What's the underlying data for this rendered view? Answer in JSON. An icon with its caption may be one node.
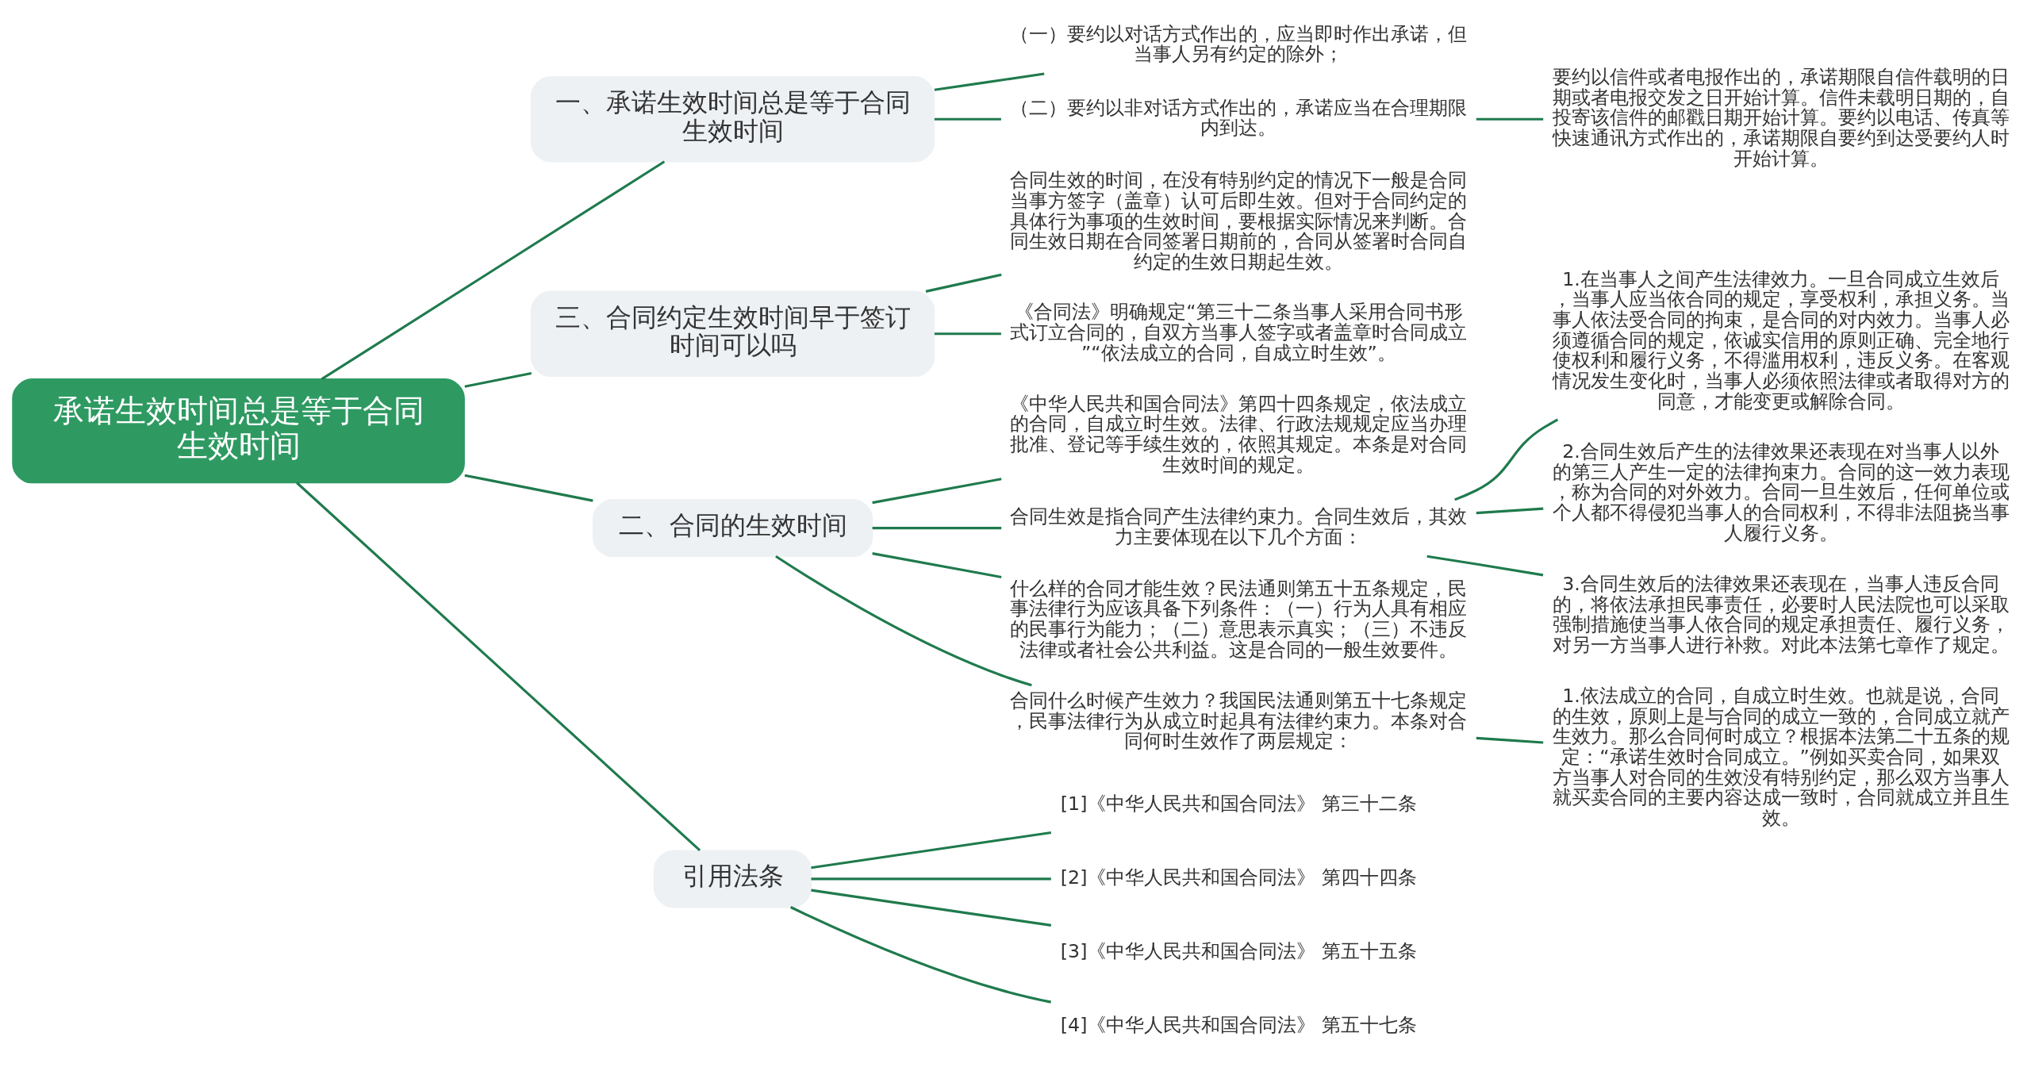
{
  "diagram": {
    "nodes": [
      {
        "text": [
          "承诺生效时间总是等于合同生效时间"
        ]
      },
      {
        "text": [
          "一、承诺生效时间总是等于合同生效时间"
        ]
      },
      {
        "text": [
          "（一）要约以对话方式作出的，应当即时作出承诺，但当事人另有约定的除外；"
        ]
      },
      {
        "text": [
          "（二）要约以非对话方式作出的，承诺应当在合理期限内到达。"
        ]
      },
      {
        "text": [
          "要约以信件或者电报作出的，承诺期限自信件载明的日期或者电报交发之日开始计算。信件未载明日期的，自投寄该信件的邮戳日期开始计算。要约以电话、传真等快速通讯方式作出的，承诺期限自要约到达受要约人时开始计算。"
        ]
      },
      {
        "text": [
          "三、合同约定生效时间早于签订时间可以吗"
        ]
      },
      {
        "text": [
          "合同生效的时间，在没有特别约定的情况下一般是合同当事方签字（盖章）认可后即生效。但对于合同约定的具体行为事项的生效时间，要根据实际情况来判断。合同生效日期在合同签署日期前的，合同从签署时合同自约定的生效日期起生效。"
        ]
      },
      {
        "text": [
          "《合同法》明确规定“第三十二条当事人采用合同书形式订立合同的，自双方当事人签字或者盖章时合同成立”“依法成立的合同，自成立时生效”。"
        ]
      },
      {
        "text": [
          "二、合同的生效时间"
        ]
      },
      {
        "text": [
          "《中华人民共和国合同法》第四十四条规定，依法成立的合同，自成立时生效。法律、行政法规规定应当办理批准、登记等手续生效的，依照其规定。本条是对合同生效时间的规定。"
        ]
      },
      {
        "text": [
          "合同生效是指合同产生法律约束力。合同生效后，其效力主要体现在以下几个方面："
        ]
      },
      {
        "text": [
          "1.在当事人之间产生法律效力。一旦合同成立生效后，当事人应当依合同的规定，享受权利，承担义务。当事人依法受合同的拘束，是合同的对内效力。当事人必须遵循合同的规定，依诚实信用的原则正确、完全地行使权利和履行义务，不得滥用权利，违反义务。在客观情况发生变化时，当事人必须依照法律或者取得对方的同意，才能变更或解除合同。"
        ]
      },
      {
        "text": [
          "2.合同生效后产生的法律效果还表现在对当事人以外的第三人产生一定的法律拘束力。合同的这一效力表现，称为合同的对外效力。合同一旦生效后，任何单位或个人都不得侵犯当事人的合同权利，不得非法阻挠当事人履行义务。"
        ]
      },
      {
        "text": [
          "3.合同生效后的法律效果还表现在，当事人违反合同的，将依法承担民事责任，必要时人民法院也可以采取强制措施使当事人依合同的规定承担责任、履行义务，对另一方当事人进行补救。对此本法第七章作了规定。"
        ]
      },
      {
        "text": [
          "什么样的合同才能生效？民法通则第五十五条规定，民事法律行为应该具备下列条件：（一）行为人具有相应的民事行为能力；（二）意思表示真实；（三）不违反法律或者社会公共利益。这是合同的一般生效要件。"
        ]
      },
      {
        "text": [
          "合同什么时候产生效力？我国民法通则第五十七条规定，民事法律行为从成立时起具有法律约束力。本条对合同何时生效作了两层规定："
        ]
      },
      {
        "text": [
          "1.依法成立的合同，自成立时生效。也就是说，合同的生效，原则上是与合同的成立一致的，合同成立就产生效力。那么合同何时成立？根据本法第二十五条的规定：“承诺生效时合同成立。”例如买卖合同，如果双方当事人对合同的生效没有特别约定，那么双方当事人就买卖合同的主要内容达成一致时，合同就成立并且生效。"
        ]
      },
      {
        "text": [
          "引用法条"
        ]
      },
      {
        "text": [
          "[1]《中华人民共和国合同法》 第三十二条"
        ]
      },
      {
        "text": [
          "[2]《中华人民共和国合同法》 第四十四条"
        ]
      },
      {
        "text": [
          "[3]《中华人民共和国合同法》 第五十五条"
        ]
      },
      {
        "text": [
          "[4]《中华人民共和国合同法》 第五十七条"
        ]
      }
    ],
    "edges": [
      {
        "from": 0,
        "to": 1,
        "arrow": "none"
      },
      {
        "from": 1,
        "to": 2,
        "arrow": "none"
      },
      {
        "from": 1,
        "to": 3,
        "arrow": "none"
      },
      {
        "from": 3,
        "to": 4,
        "arrow": "none"
      },
      {
        "from": 0,
        "to": 5,
        "arrow": "none"
      },
      {
        "from": 5,
        "to": 6,
        "arrow": "none"
      },
      {
        "from": 5,
        "to": 7,
        "arrow": "none"
      },
      {
        "from": 0,
        "to": 8,
        "arrow": "none"
      },
      {
        "from": 8,
        "to": 9,
        "arrow": "none"
      },
      {
        "from": 8,
        "to": 10,
        "arrow": "none"
      },
      {
        "from": 10,
        "to": 11,
        "arrow": "none"
      },
      {
        "from": 10,
        "to": 12,
        "arrow": "none"
      },
      {
        "from": 10,
        "to": 13,
        "arrow": "none"
      },
      {
        "from": 8,
        "to": 14,
        "arrow": "none"
      },
      {
        "from": 8,
        "to": 15,
        "arrow": "none"
      },
      {
        "from": 15,
        "to": 16,
        "arrow": "none"
      },
      {
        "from": 0,
        "to": 17,
        "arrow": "none"
      },
      {
        "from": 17,
        "to": 18,
        "arrow": "none"
      },
      {
        "from": 17,
        "to": 19,
        "arrow": "none"
      },
      {
        "from": 17,
        "to": 20,
        "arrow": "none"
      },
      {
        "from": 17,
        "to": 21,
        "arrow": "none"
      }
    ]
  }
}
